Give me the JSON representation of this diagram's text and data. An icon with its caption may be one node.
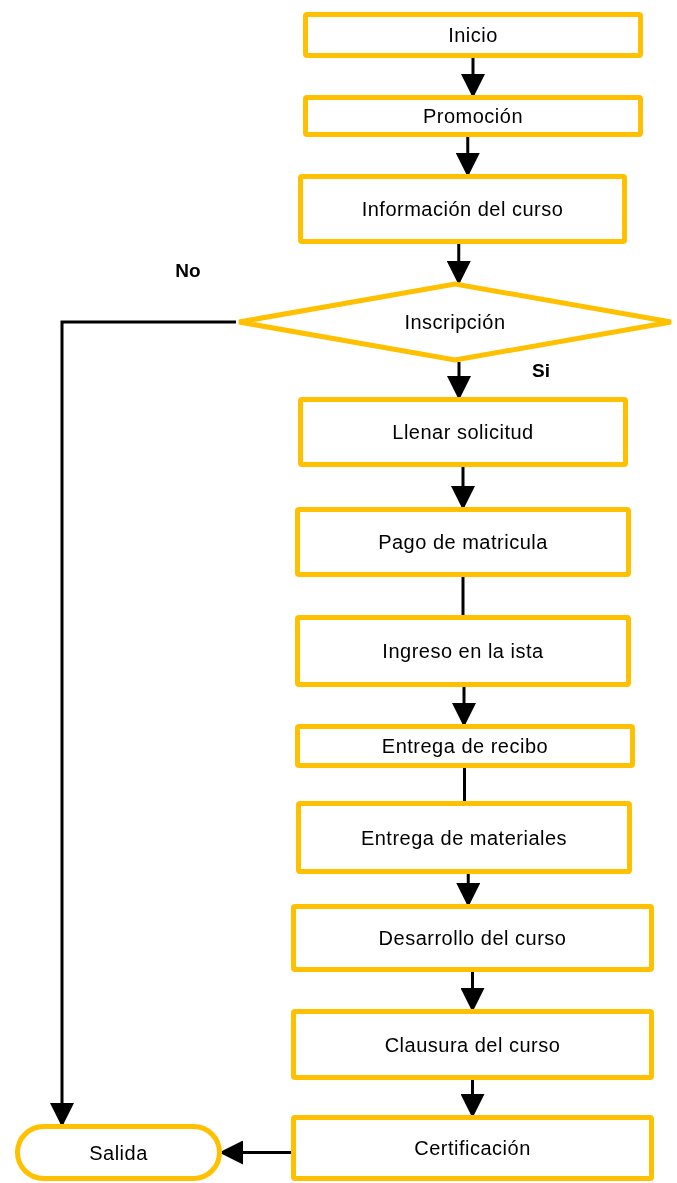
{
  "diagram": {
    "nodes": [
      {
        "text": [
          "Inicio"
        ]
      },
      {
        "text": [
          "Promoción"
        ]
      },
      {
        "text": [
          "Información del curso"
        ]
      },
      {
        "text": [
          "Inscripción"
        ]
      },
      {
        "text": [
          "Llenar solicitud"
        ]
      },
      {
        "text": [
          "Pago de matricula"
        ]
      },
      {
        "text": [
          "Ingreso en la ista"
        ]
      },
      {
        "text": [
          "Entrega de recibo"
        ]
      },
      {
        "text": [
          "Entrega de materiales"
        ]
      },
      {
        "text": [
          "Desarrollo del curso"
        ]
      },
      {
        "text": [
          "Clausura del curso"
        ]
      },
      {
        "text": [
          "Certificación"
        ]
      },
      {
        "text": [
          "Salida"
        ]
      }
    ],
    "edges": [
      {
        "from": 0,
        "to": 1,
        "arrow": "to"
      },
      {
        "from": 1,
        "to": 2,
        "arrow": "to"
      },
      {
        "from": 2,
        "to": 3,
        "arrow": "to"
      },
      {
        "from": 3,
        "to": 4,
        "arrow": "to",
        "label": "Si"
      },
      {
        "from": 4,
        "to": 5,
        "arrow": "to"
      },
      {
        "from": 5,
        "to": 6,
        "arrow": "none"
      },
      {
        "from": 6,
        "to": 7,
        "arrow": "to"
      },
      {
        "from": 7,
        "to": 8,
        "arrow": "none"
      },
      {
        "from": 8,
        "to": 9,
        "arrow": "to"
      },
      {
        "from": 9,
        "to": 10,
        "arrow": "to"
      },
      {
        "from": 10,
        "to": 11,
        "arrow": "to"
      },
      {
        "from": 11,
        "to": 12,
        "arrow": "to"
      },
      {
        "from": 3,
        "to": 12,
        "arrow": "to",
        "label": "No"
      }
    ]
  }
}
